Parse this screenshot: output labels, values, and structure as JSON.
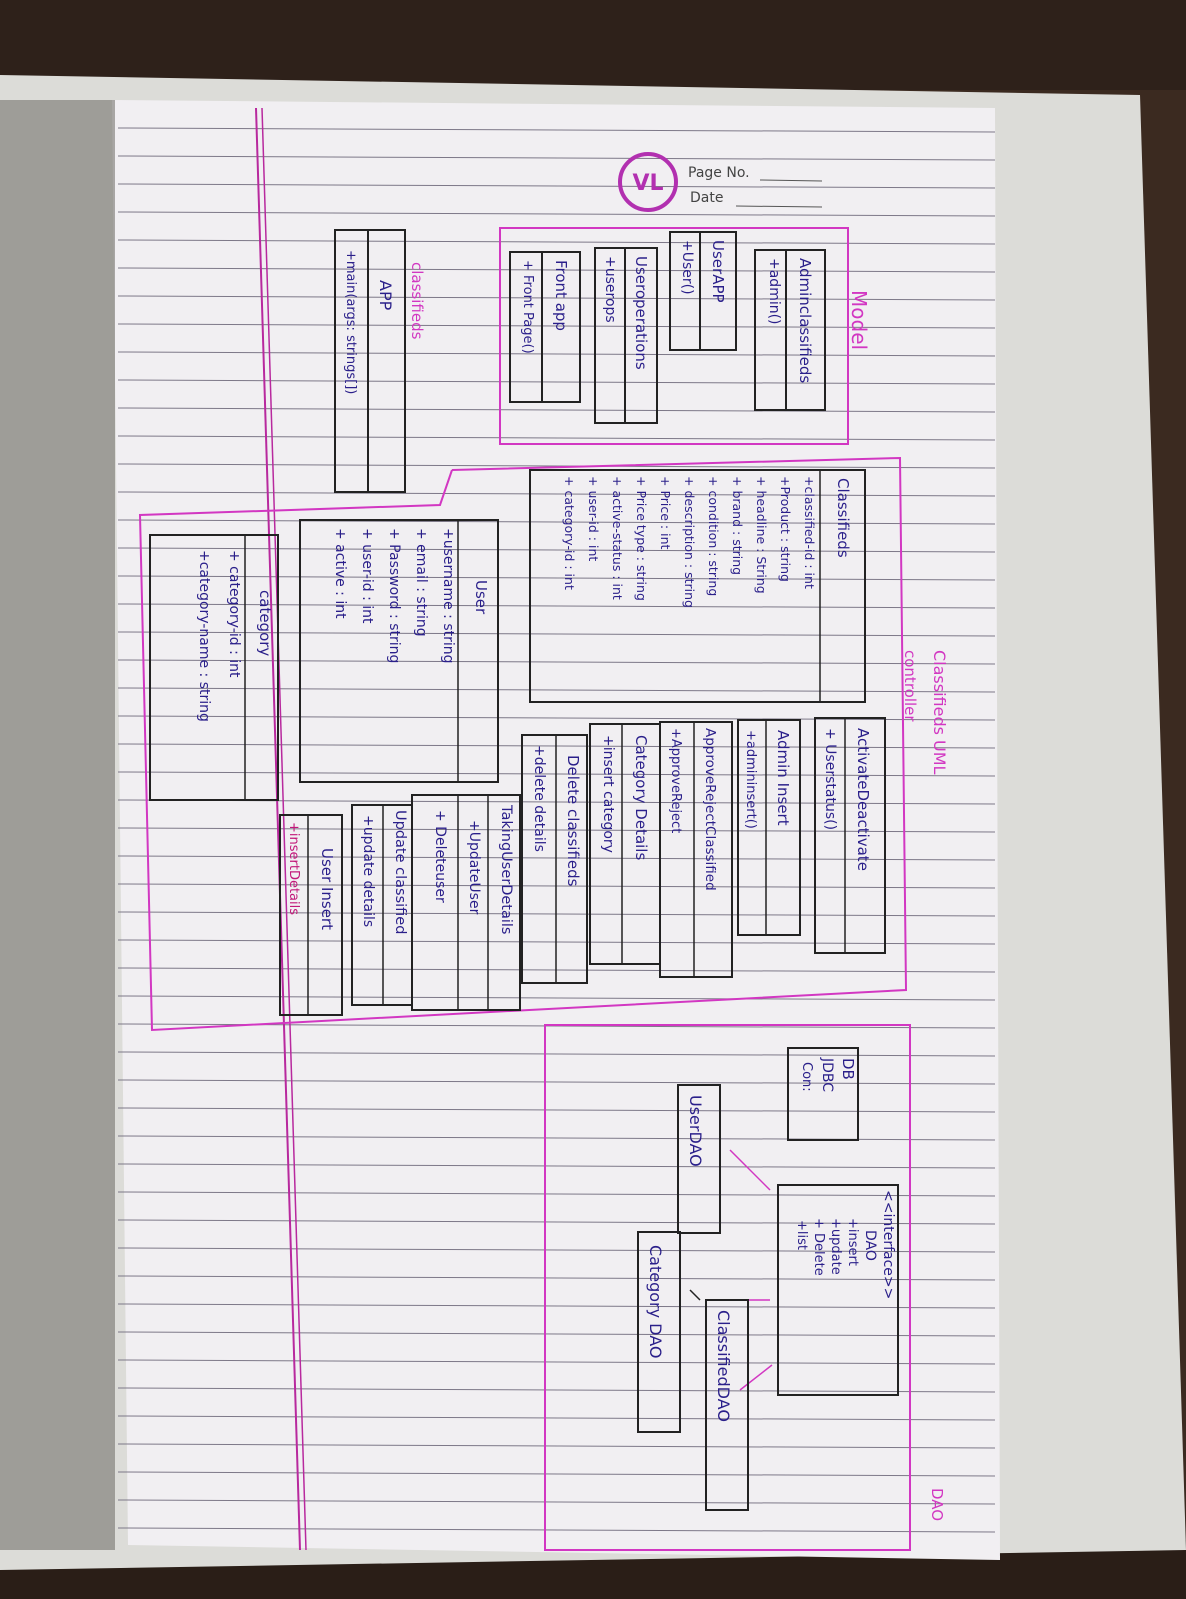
{
  "header": {
    "logo": "VL",
    "page_no": "Page No.",
    "date": "Date"
  },
  "sections": {
    "model": "Model",
    "controller": "controller",
    "uml_title": "Classifieds UML",
    "dao": "DAO"
  },
  "model_classes": [
    {
      "name": "Adminclassifieds",
      "members": [
        "+admin()"
      ]
    },
    {
      "name": "UserAPP",
      "members": [
        "+User()"
      ]
    },
    {
      "name": "Useroperations",
      "members": [
        "+userops"
      ]
    },
    {
      "name": "Front app",
      "members": [
        "+ Front Page()"
      ]
    }
  ],
  "app_class": {
    "package": "classifieds",
    "name": "APP",
    "members": [
      "+main(args: strings[])"
    ]
  },
  "classifieds_class": {
    "name": "Classifieds",
    "members": [
      "+classified-id : int",
      "+Product : string",
      "+ headline : String",
      "+ brand : string",
      "+ condition : string",
      "+ description : string",
      "+ Price : int",
      "+ Price type : string",
      "+ active-status : int",
      "+ user-id : int",
      "+ category-id : int"
    ]
  },
  "user_class": {
    "name": "User",
    "members": [
      "+username : string",
      "+ email : string",
      "+ Password : string",
      "+ user-id : int",
      "+ active : int"
    ]
  },
  "category_class": {
    "name": "category",
    "members": [
      "+ category-id : int",
      "+category-name : string"
    ]
  },
  "controller_classes": [
    {
      "name": "ActivateDeactivate",
      "members": [
        "+ Userstatus()"
      ]
    },
    {
      "name": "Admin Insert",
      "members": [
        "+admininsert()"
      ]
    },
    {
      "name": "ApproveRejectClassified",
      "members": [
        "+ApproveReject"
      ]
    },
    {
      "name": "Category Details",
      "members": [
        "+insert category"
      ]
    },
    {
      "name": "Delete classifieds",
      "members": [
        "+delete details"
      ]
    },
    {
      "name": "TakingUserDetails",
      "members": [
        "+UpdateUser",
        "+ Deleteuser"
      ]
    },
    {
      "name": "Update classified",
      "members": [
        "+update details"
      ]
    },
    {
      "name": "User Insert",
      "members": [
        "+insertDetails"
      ]
    }
  ],
  "dao": {
    "db": [
      "DB",
      "JDBC",
      "Con:"
    ],
    "interface": {
      "stereotype": "<<interface>>",
      "name": "DAO",
      "members": [
        "+insert",
        "+update",
        "+ Delete",
        "+list"
      ]
    },
    "implementations": [
      "UserDAO",
      "ClassifiedDAO",
      "Category DAO"
    ]
  },
  "colors": {
    "ink": "#2a1f8a",
    "magenta": "#d237c2",
    "paper": "#f2f0f3",
    "rule": "#6f6a78",
    "margin": "#b8299e"
  }
}
